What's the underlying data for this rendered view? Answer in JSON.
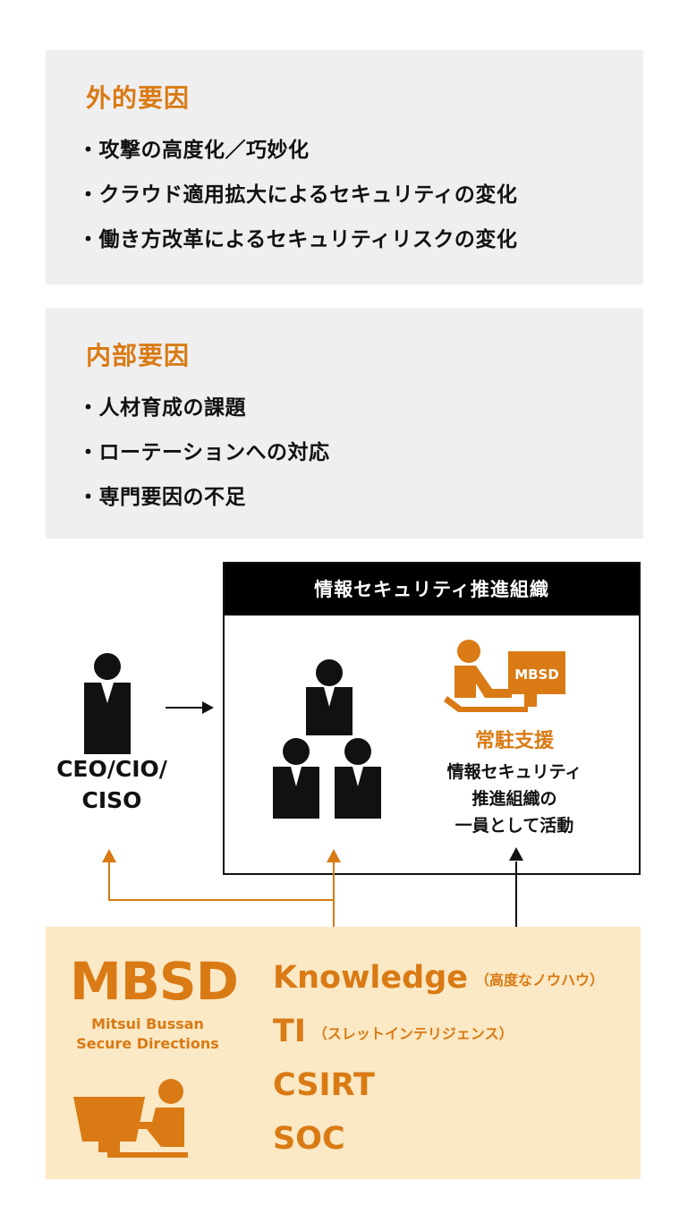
{
  "external_factors": {
    "title": "外的要因",
    "items": [
      "・攻撃の高度化／巧妙化",
      "・クラウド適用拡大によるセキュリティの変化",
      "・働き方改革によるセキュリティリスクの変化"
    ]
  },
  "internal_factors": {
    "title": "内部要因",
    "items": [
      "・人材育成の課題",
      "・ローテーションへの対応",
      "・専門要因の不足"
    ]
  },
  "executive": {
    "label_line1": "CEO/CIO/",
    "label_line2": "CISO"
  },
  "organization": {
    "header": "情報セキュリティ推進組織",
    "monitor_label": "MBSD",
    "support_title": "常駐支援",
    "support_lines": [
      "情報セキュリティ",
      "推進組織の",
      "一員として活動"
    ]
  },
  "mbsd": {
    "logo": "MBSD",
    "company_line1": "Mitsui Bussan",
    "company_line2": "Secure Directions",
    "services": [
      {
        "name": "Knowledge",
        "note": "（高度なノウハウ）"
      },
      {
        "name": "TI",
        "note": "（スレットインテリジェンス）"
      },
      {
        "name": "CSIRT",
        "note": ""
      },
      {
        "name": "SOC",
        "note": ""
      }
    ]
  },
  "colors": {
    "accent": "#d97a14",
    "panel_gray": "#efefef",
    "panel_beige": "#fbe8c4",
    "dark": "#111111"
  }
}
